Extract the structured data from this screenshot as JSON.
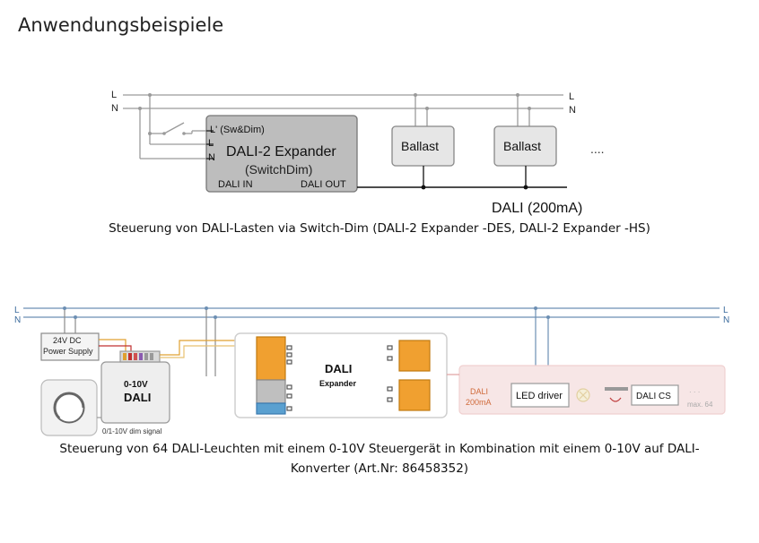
{
  "heading": "Anwendungsbeispiele",
  "diagram1": {
    "bus_left": [
      "L",
      "N"
    ],
    "bus_right": [
      "L",
      "N"
    ],
    "expander": {
      "terminal_lsw": "L' (Sw&Dim)",
      "terminal_l": "L",
      "terminal_n": "N",
      "title": "DALI-2 Expander",
      "subtitle": "(SwitchDim)",
      "dali_in": "DALI IN",
      "dali_out": "DALI OUT"
    },
    "ballasts": [
      "Ballast",
      "Ballast"
    ],
    "ellipsis": "....",
    "dali_bus_label": "DALI (200mA)",
    "caption": "Steuerung von DALI-Lasten via Switch-Dim (DALI-2 Expander -DES, DALI-2 Expander -HS)"
  },
  "diagram2": {
    "bus_left": [
      "L",
      "N"
    ],
    "bus_right": [
      "L",
      "N"
    ],
    "power_supply": [
      "24V DC",
      "Power Supply"
    ],
    "controller": [
      "0-10V",
      "DALI"
    ],
    "dim_signal": "0/1-10V dim signal",
    "expander_title": [
      "DALI",
      "Expander"
    ],
    "dali_current": [
      "DALI",
      "200mA"
    ],
    "led_driver": "LED driver",
    "dali_cs": "DALI CS",
    "max_ellipsis": "· · ·",
    "max_label": "max. 64",
    "caption_lines": [
      "Steuerung von 64 DALI-Leuchten mit einem 0-10V Steuergerät in Kombination mit einem 0-10V auf DALI-",
      "Konverter (Art.Nr: 86458352)"
    ]
  }
}
